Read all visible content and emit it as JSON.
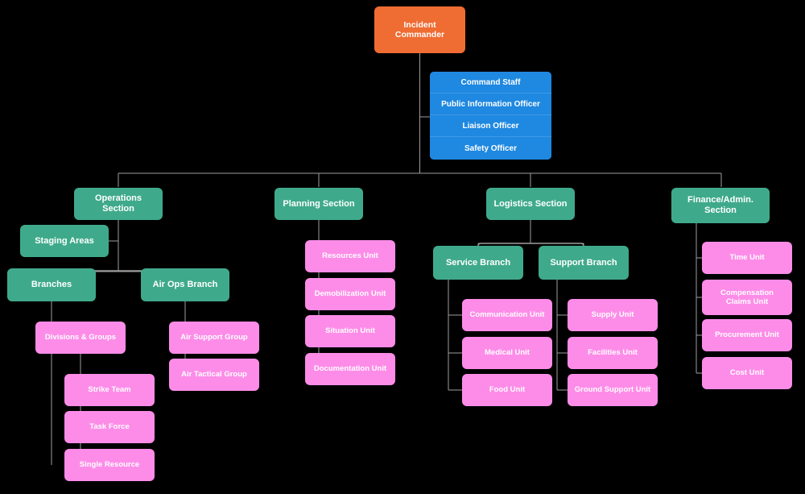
{
  "diagram": {
    "title": "Incident Command System Organizational Chart",
    "background_color": "#000000",
    "edge_color": "#9e9e9e",
    "colors": {
      "command": "#ef6c33",
      "staff": "#1f88e0",
      "section": "#3faa8b",
      "unit": "#fd8ce8",
      "text": "#ffffff"
    }
  },
  "nodes": {
    "incident_commander": {
      "label": "Incident\nCommander",
      "type": "command"
    },
    "command_staff": {
      "type": "staff",
      "rows": [
        {
          "label": "Command Staff"
        },
        {
          "label": "Public Information Officer"
        },
        {
          "label": "Liaison Officer"
        },
        {
          "label": "Safety Officer"
        }
      ]
    },
    "operations_section": {
      "label": "Operations Section",
      "type": "section"
    },
    "staging_areas": {
      "label": "Staging Areas",
      "type": "section"
    },
    "branches": {
      "label": "Branches",
      "type": "section"
    },
    "air_ops_branch": {
      "label": "Air Ops Branch",
      "type": "section"
    },
    "divisions_groups": {
      "label": "Divisions & Groups",
      "type": "unit"
    },
    "strike_team": {
      "label": "Strike Team",
      "type": "unit"
    },
    "task_force": {
      "label": "Task Force",
      "type": "unit"
    },
    "single_resource": {
      "label": "Single Resource",
      "type": "unit"
    },
    "air_support_group": {
      "label": "Air Support Group",
      "type": "unit"
    },
    "air_tactical_group": {
      "label": "Air Tactical Group",
      "type": "unit"
    },
    "planning_section": {
      "label": "Planning Section",
      "type": "section"
    },
    "resources_unit": {
      "label": "Resources Unit",
      "type": "unit"
    },
    "demobilization_unit": {
      "label": "Demobilization Unit",
      "type": "unit"
    },
    "situation_unit": {
      "label": "Situation Unit",
      "type": "unit"
    },
    "documentation_unit": {
      "label": "Documentation Unit",
      "type": "unit"
    },
    "logistics_section": {
      "label": "Logistics Section",
      "type": "section"
    },
    "service_branch": {
      "label": "Service Branch",
      "type": "section"
    },
    "support_branch": {
      "label": "Support Branch",
      "type": "section"
    },
    "communication_unit": {
      "label": "Communication Unit",
      "type": "unit"
    },
    "medical_unit": {
      "label": "Medical Unit",
      "type": "unit"
    },
    "food_unit": {
      "label": "Food Unit",
      "type": "unit"
    },
    "supply_unit": {
      "label": "Supply Unit",
      "type": "unit"
    },
    "facilities_unit": {
      "label": "Facilities Unit",
      "type": "unit"
    },
    "ground_support_unit": {
      "label": "Ground Support Unit",
      "type": "unit"
    },
    "finance_admin_section": {
      "label": "Finance/Admin.\nSection",
      "type": "section"
    },
    "time_unit": {
      "label": "Time Unit",
      "type": "unit"
    },
    "compensation_claims_unit": {
      "label": "Compensation\nClaims Unit",
      "type": "unit"
    },
    "procurement_unit": {
      "label": "Procurement Unit",
      "type": "unit"
    },
    "cost_unit": {
      "label": "Cost Unit",
      "type": "unit"
    }
  }
}
